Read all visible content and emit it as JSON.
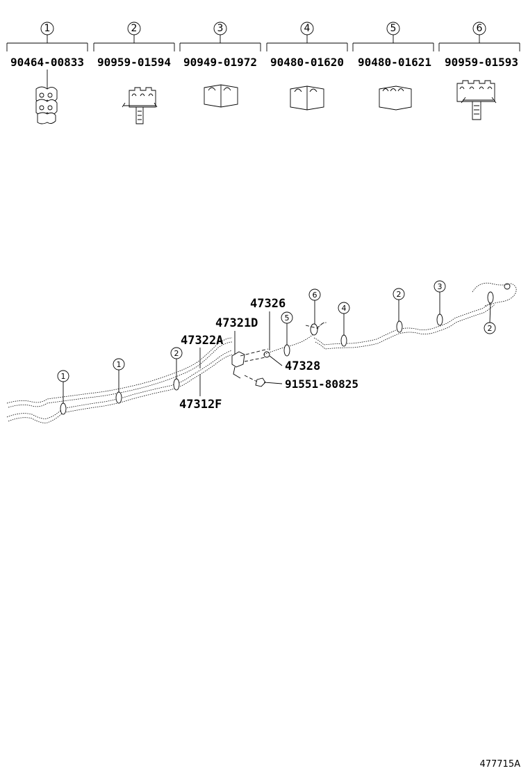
{
  "legend": [
    {
      "index": "1",
      "part": "90464-00833"
    },
    {
      "index": "2",
      "part": "90959-01594"
    },
    {
      "index": "3",
      "part": "90949-01972"
    },
    {
      "index": "4",
      "part": "90480-01620"
    },
    {
      "index": "5",
      "part": "90480-01621"
    },
    {
      "index": "6",
      "part": "90959-01593"
    }
  ],
  "parts": {
    "p47326": "47326",
    "p47321D": "47321D",
    "p47322A": "47322A",
    "p47312F": "47312F",
    "p47328": "47328",
    "p91551": "91551-80825"
  },
  "callouts": [
    "1",
    "1",
    "2",
    "5",
    "6",
    "4",
    "2",
    "3",
    "2"
  ],
  "figure_ref": "477715A"
}
